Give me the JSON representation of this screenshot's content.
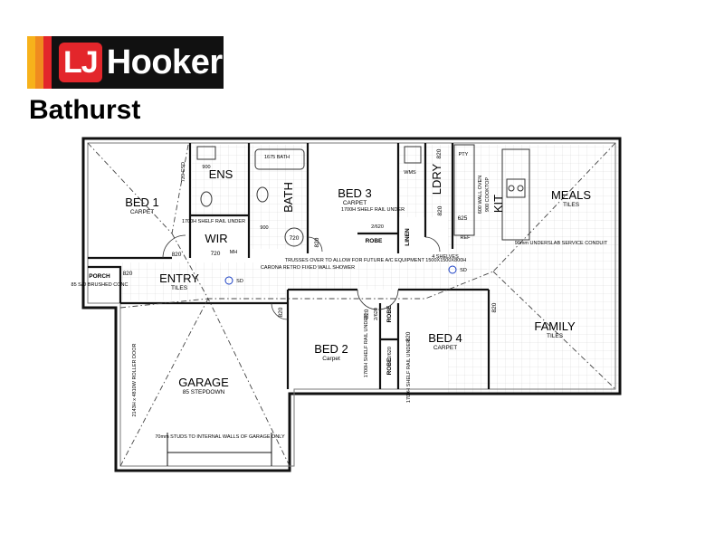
{
  "brand": {
    "logo_lj": "LJ",
    "logo_word": "Hooker",
    "office": "Bathurst",
    "stripe_colors": [
      "#f7b21b",
      "#f08b1f",
      "#e3262b"
    ],
    "logo_bg": "#111111",
    "lj_red": "#e3262b"
  },
  "plan": {
    "rooms": {
      "bed1": {
        "name": "BED 1",
        "finish": "CARPET"
      },
      "ens": {
        "name": "ENS"
      },
      "wir": {
        "name": "WIR"
      },
      "bath": {
        "name": "BATH"
      },
      "bed3": {
        "name": "BED 3",
        "finish": "CARPET"
      },
      "ldry": {
        "name": "LDRY"
      },
      "kit": {
        "name": "KIT"
      },
      "meals": {
        "name": "MEALS",
        "finish": "TILES"
      },
      "entry": {
        "name": "ENTRY",
        "finish": "TILES"
      },
      "porch": {
        "name": "PORCH",
        "finish": "85 S/D BRUSHED CONC"
      },
      "garage": {
        "name": "GARAGE",
        "finish": "85 STEPDOWN"
      },
      "bed2": {
        "name": "BED 2",
        "finish": "Carpet"
      },
      "bed4": {
        "name": "BED 4",
        "finish": "CARPET"
      },
      "family": {
        "name": "FAMILY",
        "finish": "TILES"
      },
      "robe_bed3": {
        "name": "ROBE"
      },
      "robe_bed2": {
        "name": "ROBE"
      },
      "robe_bed4": {
        "name": "ROBE"
      },
      "linen": {
        "name": "LINEN"
      }
    },
    "notes": {
      "bath_size": "1675 BATH",
      "bed1_shelf": "1700H SHELF RAIL UNDER",
      "bed3_shelf": "1700H SHELF RAIL UNDER",
      "bed2_shelf": "1700H SHELF RAIL UNDER",
      "bed4_shelf": "1700H SHELF RAIL UNDER",
      "shower": "CARONA RETRO FIXED WALL SHOWER",
      "trusses": "TRUSSES OVER TO ALLOW FOR FUTURE A/C EQUIPMENT 1500X1500X800H",
      "shelves": "4 SHELVES",
      "underslab": "90mm UNDERSLAB SERVICE CONDUIT",
      "studs": "70mm STUDS TO INTERNAL WALLS OF GARAGE ONLY",
      "roller_door": "2143H x 4810W ROLLER DOOR",
      "fridge": "REF",
      "pantry": "PTY",
      "wm": "WMS",
      "mh": "MH",
      "sd": "SD",
      "wall_oven": "600 WALL OVEN",
      "cooktop": "900 COOKTOP"
    },
    "dims": {
      "d720": "720",
      "d820": "820",
      "d900": "900",
      "d625": "625",
      "d2620": "2/620",
      "d720csd": "720 CSD"
    },
    "colors": {
      "wall": "#111111",
      "grid": "#d8d8d8",
      "line": "#444444"
    }
  }
}
